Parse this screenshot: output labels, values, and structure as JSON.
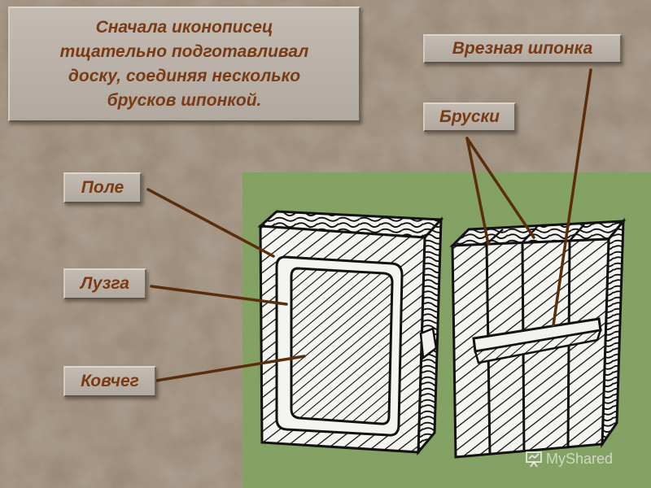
{
  "intro": {
    "lines": [
      "Сначала иконописец",
      "тщательно подготавливал",
      "доску, соединяя несколько",
      "брусков шпонкой."
    ]
  },
  "labels": {
    "vreznaya_shponka": "Врезная шпонка",
    "bruski": "Бруски",
    "pole": "Поле",
    "luzga": "Лузга",
    "kovcheg": "Ковчег"
  },
  "watermark": {
    "text": "MyShared",
    "icon": "presentation-board-icon"
  },
  "colors": {
    "label_text": "#7a3a14",
    "label_plate": "#bab2a8",
    "leader_line": "#5a2e0a",
    "panel_green": "#7a9a58",
    "wood_face": "#f2f2ee",
    "outline": "#111111"
  }
}
